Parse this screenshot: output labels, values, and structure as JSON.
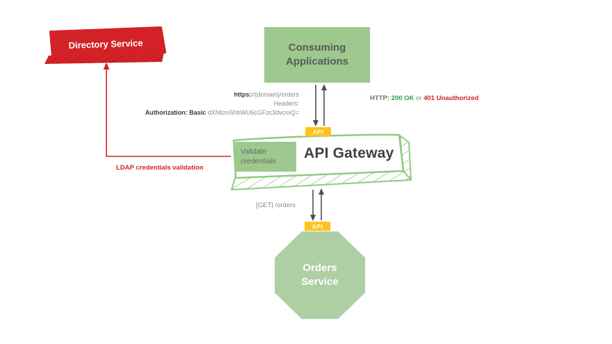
{
  "nodes": {
    "directory_service": {
      "label": "Directory Service",
      "color": "#d32227"
    },
    "consuming_applications": {
      "label": "Consuming Applications",
      "color": "#9dc88e"
    },
    "api_gateway": {
      "label": "API Gateway",
      "outline_color": "#8fca80"
    },
    "validate_credentials": {
      "label": "Validate credentials",
      "color": "#9dc88e"
    },
    "orders_service": {
      "label": "Orders Service",
      "color": "#aecfa4"
    }
  },
  "badges": {
    "api_top": "API",
    "api_bottom": "API",
    "color": "#ffc21d"
  },
  "labels": {
    "request_url_bold": "https:",
    "request_url_rest": "//{domain}/orders",
    "request_headers": "Headers:",
    "request_auth_bold": "Authorization: Basic",
    "request_auth_value": " dXNlcm5hbWU6cGFzc3dvcmQ=",
    "response_prefix": "HTTP: ",
    "response_ok": "200 OK",
    "response_or": " or ",
    "response_unauthorized": "401 Unauthorized",
    "ldap": "LDAP credentials validation",
    "get_orders": "[GET] /orders"
  },
  "status_colors": {
    "ok_green": "#2e9e4f",
    "error_red": "#d32227"
  }
}
